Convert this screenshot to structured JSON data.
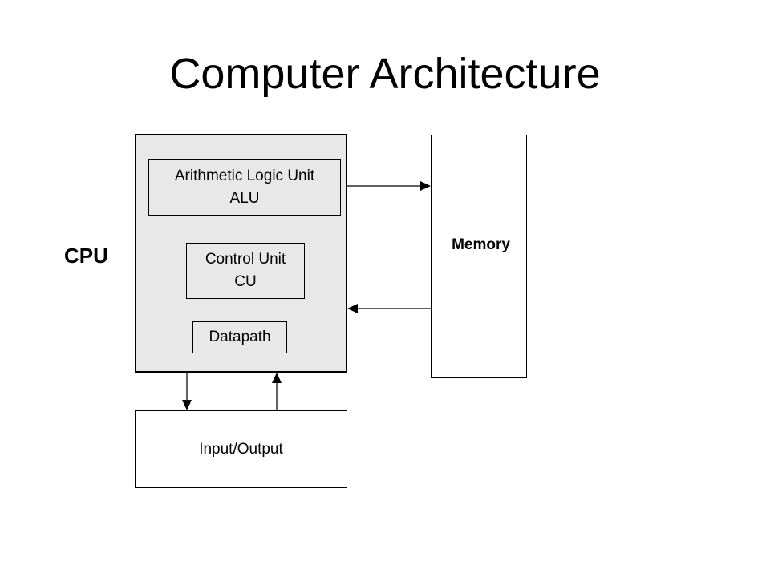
{
  "title": "Computer Architecture",
  "cpu": {
    "label": "CPU",
    "alu": {
      "line1": "Arithmetic Logic Unit",
      "line2": "ALU"
    },
    "cu": {
      "line1": "Control Unit",
      "line2": "CU"
    },
    "datapath": "Datapath"
  },
  "memory": {
    "label": "Memory"
  },
  "io": {
    "label": "Input/Output"
  },
  "colors": {
    "cpu_fill": "#e8e8e8",
    "line": "#000000",
    "background": "#ffffff"
  }
}
